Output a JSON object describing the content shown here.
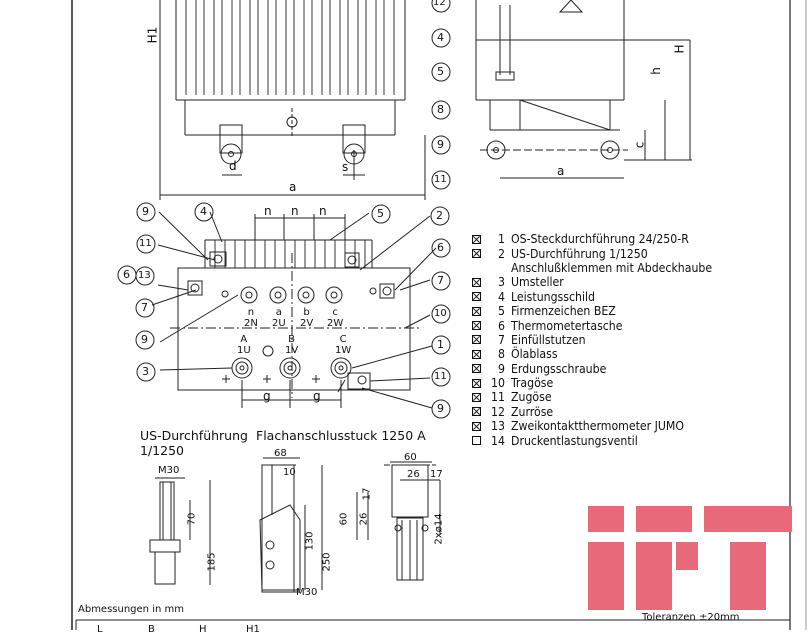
{
  "legend": [
    {
      "checked": true,
      "num": "1",
      "text": "OS-Steckdurchführung 24/250-R"
    },
    {
      "checked": true,
      "num": "2",
      "text": "US-Durchführung 1/1250"
    },
    {
      "checked": false,
      "num": "",
      "text": "Anschlußklemmen mit Abdeckhaube"
    },
    {
      "checked": true,
      "num": "3",
      "text": "Umsteller"
    },
    {
      "checked": true,
      "num": "4",
      "text": "Leistungsschild"
    },
    {
      "checked": true,
      "num": "5",
      "text": "Firmenzeichen BEZ"
    },
    {
      "checked": true,
      "num": "6",
      "text": "Thermometertasche"
    },
    {
      "checked": true,
      "num": "7",
      "text": "Einfüllstutzen"
    },
    {
      "checked": true,
      "num": "8",
      "text": "Ölablass"
    },
    {
      "checked": true,
      "num": "9",
      "text": "Erdungsschraube"
    },
    {
      "checked": true,
      "num": "10",
      "text": "Tragöse"
    },
    {
      "checked": true,
      "num": "11",
      "text": "Zugöse"
    },
    {
      "checked": true,
      "num": "12",
      "text": "Zurröse"
    },
    {
      "checked": true,
      "num": "13",
      "text": "Zweikontaktthermometer JUMO"
    },
    {
      "checked": false,
      "num": "14",
      "text": "Druckentlastungsventil"
    }
  ],
  "captions": {
    "us_title_1": "US-Durchführung",
    "us_title_2": "1/1250",
    "flange_title": "Flachanschlusstuck 1250 A",
    "dimensions_note": "Abmessungen in mm",
    "tolerance_note": "Toleranzen ±20mm"
  },
  "dims": {
    "H1": "H1",
    "H": "H",
    "h": "h",
    "c": "c",
    "a": "a",
    "d": "d",
    "s": "s",
    "n": "n",
    "g": "g",
    "M30": "M30",
    "d70": "70",
    "d185": "185",
    "d68": "68",
    "d10": "10",
    "d130": "130",
    "d250": "250",
    "d60": "60",
    "d26": "26",
    "d17": "17",
    "d14": "2xø14"
  },
  "terminals": {
    "lv": [
      "n",
      "2N",
      "a",
      "2U",
      "b",
      "2V",
      "c",
      "2W"
    ],
    "hv": [
      "A",
      "1U",
      "B",
      "1V",
      "C",
      "1W"
    ]
  },
  "table_headers": [
    "L",
    "B",
    "H",
    "H1"
  ],
  "logo": {
    "text": "IFT",
    "color": "#e86a7a"
  }
}
